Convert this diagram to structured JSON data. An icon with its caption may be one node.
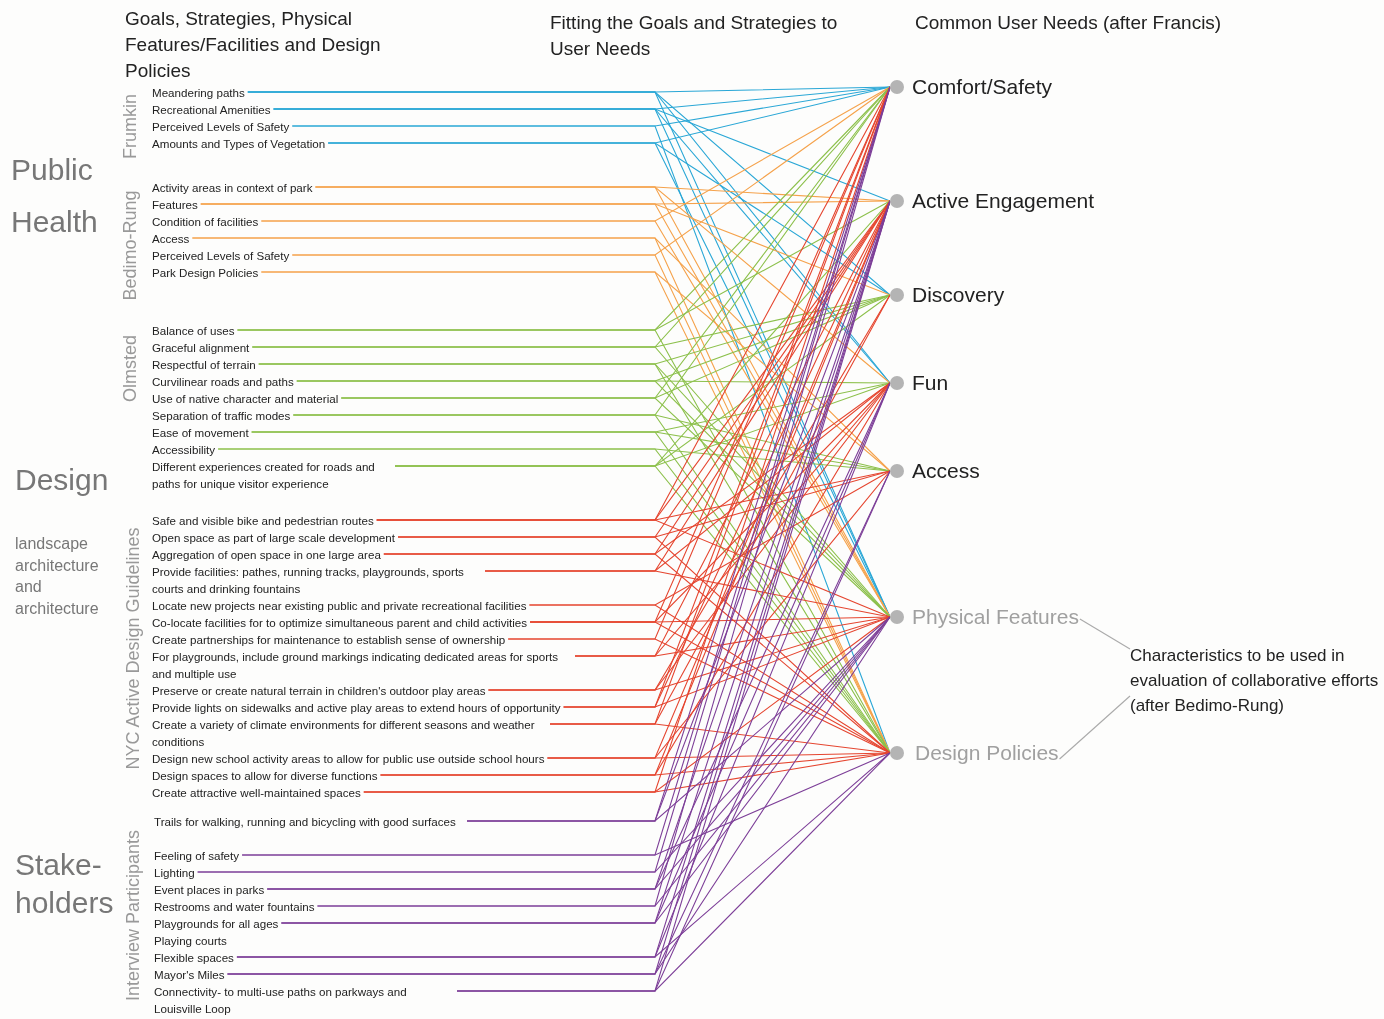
{
  "diagram": {
    "nodes": [
      {
        "text": [
          "Meandering paths"
        ]
      },
      {
        "text": [
          "Recreational Amenities"
        ]
      },
      {
        "text": [
          "Perceived Levels of Safety"
        ]
      },
      {
        "text": [
          "Amounts and Types of Vegetation"
        ]
      },
      {
        "text": [
          "Activity areas in context of park"
        ]
      },
      {
        "text": [
          "Features"
        ]
      },
      {
        "text": [
          "Condition of facilities"
        ]
      },
      {
        "text": [
          "Access"
        ]
      },
      {
        "text": [
          "Perceived Levels of Safety"
        ]
      },
      {
        "text": [
          "Park Design Policies"
        ]
      },
      {
        "text": [
          "Balance of uses"
        ]
      },
      {
        "text": [
          "Graceful alignment"
        ]
      },
      {
        "text": [
          "Respectful of terrain"
        ]
      },
      {
        "text": [
          "Curvilinear roads and paths"
        ]
      },
      {
        "text": [
          "Use of native character and material"
        ]
      },
      {
        "text": [
          "Separation of traffic modes"
        ]
      },
      {
        "text": [
          "Ease of movement"
        ]
      },
      {
        "text": [
          "Accessibility"
        ]
      },
      {
        "text": [
          "Different experiences created for roads and paths for unique visitor experience"
        ]
      },
      {
        "text": [
          "Safe  and visible bike and pedestrian routes"
        ]
      },
      {
        "text": [
          "Open space as part of large scale development"
        ]
      },
      {
        "text": [
          "Aggregation of open space in one large area"
        ]
      },
      {
        "text": [
          "Provide facilities: pathes, running tracks, playgrounds, sports courts and drinking fountains"
        ]
      },
      {
        "text": [
          "Locate new projects near existing public and private recreational facilities"
        ]
      },
      {
        "text": [
          "Co-locate facilities for to optimize simultaneous parent and child activities"
        ]
      },
      {
        "text": [
          "Create partnerships for maintenance to establish sense of ownership"
        ]
      },
      {
        "text": [
          "For playgrounds, include ground markings indicating dedicated areas for sports and multiple use"
        ]
      },
      {
        "text": [
          "Preserve or create natural terrain in children's outdoor play areas"
        ]
      },
      {
        "text": [
          "Provide lights on sidewalks and active play areas to extend hours of opportunity"
        ]
      },
      {
        "text": [
          "Create a variety of climate environments for different seasons and weather conditions"
        ]
      },
      {
        "text": [
          "Design new school activity areas to allow for public use outside school hours"
        ]
      },
      {
        "text": [
          "Design spaces to allow for diverse functions"
        ]
      },
      {
        "text": [
          "Create attractive well-maintained spaces"
        ]
      },
      {
        "text": [
          "Trails for walking, running and bicycling with good surfaces"
        ]
      },
      {
        "text": [
          "Feeling of safety"
        ]
      },
      {
        "text": [
          "Lighting"
        ]
      },
      {
        "text": [
          "Event places in parks"
        ]
      },
      {
        "text": [
          "Restrooms and water fountains"
        ]
      },
      {
        "text": [
          "Playgrounds for all ages"
        ]
      },
      {
        "text": [
          "Playing courts"
        ]
      },
      {
        "text": [
          "Flexible spaces"
        ]
      },
      {
        "text": [
          "Mayor's Miles"
        ]
      },
      {
        "text": [
          "Connectivity- to multi-use paths on parkways and Louisville Loop"
        ]
      },
      {
        "text": [
          "Comfort/Safety"
        ]
      },
      {
        "text": [
          "Active Engagement"
        ]
      },
      {
        "text": [
          "Discovery"
        ]
      },
      {
        "text": [
          "Fun"
        ]
      },
      {
        "text": [
          "Access"
        ]
      },
      {
        "text": [
          "Physical Features"
        ]
      },
      {
        "text": [
          "Design Policies"
        ]
      },
      {
        "text": [
          "Characteristics to be used in evaluation of collaborative efforts (after Bedimo-Rung)"
        ]
      }
    ],
    "edges": [
      {
        "from": 0,
        "to": 43,
        "arrow": "none",
        "color": "#2aa7d6"
      },
      {
        "from": 0,
        "to": 45,
        "arrow": "none",
        "color": "#2aa7d6"
      },
      {
        "from": 0,
        "to": 46,
        "arrow": "none",
        "color": "#2aa7d6"
      },
      {
        "from": 0,
        "to": 48,
        "arrow": "none",
        "color": "#2aa7d6"
      },
      {
        "from": 1,
        "to": 43,
        "arrow": "none",
        "color": "#2aa7d6"
      },
      {
        "from": 1,
        "to": 44,
        "arrow": "none",
        "color": "#2aa7d6"
      },
      {
        "from": 1,
        "to": 46,
        "arrow": "none",
        "color": "#2aa7d6"
      },
      {
        "from": 1,
        "to": 48,
        "arrow": "none",
        "color": "#2aa7d6"
      },
      {
        "from": 2,
        "to": 43,
        "arrow": "none",
        "color": "#2aa7d6"
      },
      {
        "from": 2,
        "to": 49,
        "arrow": "none",
        "color": "#2aa7d6"
      },
      {
        "from": 3,
        "to": 43,
        "arrow": "none",
        "color": "#2aa7d6"
      },
      {
        "from": 3,
        "to": 45,
        "arrow": "none",
        "color": "#2aa7d6"
      },
      {
        "from": 3,
        "to": 48,
        "arrow": "none",
        "color": "#2aa7d6"
      },
      {
        "from": 4,
        "to": 44,
        "arrow": "none",
        "color": "#f5a24b"
      },
      {
        "from": 4,
        "to": 46,
        "arrow": "none",
        "color": "#f5a24b"
      },
      {
        "from": 4,
        "to": 48,
        "arrow": "none",
        "color": "#f5a24b"
      },
      {
        "from": 5,
        "to": 44,
        "arrow": "none",
        "color": "#f5a24b"
      },
      {
        "from": 5,
        "to": 45,
        "arrow": "none",
        "color": "#f5a24b"
      },
      {
        "from": 5,
        "to": 48,
        "arrow": "none",
        "color": "#f5a24b"
      },
      {
        "from": 6,
        "to": 43,
        "arrow": "none",
        "color": "#f5a24b"
      },
      {
        "from": 6,
        "to": 48,
        "arrow": "none",
        "color": "#f5a24b"
      },
      {
        "from": 7,
        "to": 47,
        "arrow": "none",
        "color": "#f5a24b"
      },
      {
        "from": 7,
        "to": 49,
        "arrow": "none",
        "color": "#f5a24b"
      },
      {
        "from": 8,
        "to": 43,
        "arrow": "none",
        "color": "#f5a24b"
      },
      {
        "from": 8,
        "to": 49,
        "arrow": "none",
        "color": "#f5a24b"
      },
      {
        "from": 9,
        "to": 47,
        "arrow": "none",
        "color": "#f5a24b"
      },
      {
        "from": 9,
        "to": 49,
        "arrow": "none",
        "color": "#f5a24b"
      },
      {
        "from": 10,
        "to": 43,
        "arrow": "none",
        "color": "#8cc04b"
      },
      {
        "from": 10,
        "to": 44,
        "arrow": "none",
        "color": "#8cc04b"
      },
      {
        "from": 10,
        "to": 49,
        "arrow": "none",
        "color": "#8cc04b"
      },
      {
        "from": 11,
        "to": 43,
        "arrow": "none",
        "color": "#8cc04b"
      },
      {
        "from": 11,
        "to": 45,
        "arrow": "none",
        "color": "#8cc04b"
      },
      {
        "from": 11,
        "to": 48,
        "arrow": "none",
        "color": "#8cc04b"
      },
      {
        "from": 12,
        "to": 45,
        "arrow": "none",
        "color": "#8cc04b"
      },
      {
        "from": 12,
        "to": 48,
        "arrow": "none",
        "color": "#8cc04b"
      },
      {
        "from": 12,
        "to": 49,
        "arrow": "none",
        "color": "#8cc04b"
      },
      {
        "from": 13,
        "to": 45,
        "arrow": "none",
        "color": "#8cc04b"
      },
      {
        "from": 13,
        "to": 46,
        "arrow": "none",
        "color": "#8cc04b"
      },
      {
        "from": 13,
        "to": 48,
        "arrow": "none",
        "color": "#8cc04b"
      },
      {
        "from": 14,
        "to": 43,
        "arrow": "none",
        "color": "#8cc04b"
      },
      {
        "from": 14,
        "to": 45,
        "arrow": "none",
        "color": "#8cc04b"
      },
      {
        "from": 14,
        "to": 48,
        "arrow": "none",
        "color": "#8cc04b"
      },
      {
        "from": 15,
        "to": 43,
        "arrow": "none",
        "color": "#8cc04b"
      },
      {
        "from": 15,
        "to": 47,
        "arrow": "none",
        "color": "#8cc04b"
      },
      {
        "from": 15,
        "to": 49,
        "arrow": "none",
        "color": "#8cc04b"
      },
      {
        "from": 16,
        "to": 46,
        "arrow": "none",
        "color": "#8cc04b"
      },
      {
        "from": 16,
        "to": 47,
        "arrow": "none",
        "color": "#8cc04b"
      },
      {
        "from": 16,
        "to": 49,
        "arrow": "none",
        "color": "#8cc04b"
      },
      {
        "from": 17,
        "to": 47,
        "arrow": "none",
        "color": "#8cc04b"
      },
      {
        "from": 17,
        "to": 49,
        "arrow": "none",
        "color": "#8cc04b"
      },
      {
        "from": 18,
        "to": 44,
        "arrow": "none",
        "color": "#8cc04b"
      },
      {
        "from": 18,
        "to": 45,
        "arrow": "none",
        "color": "#8cc04b"
      },
      {
        "from": 18,
        "to": 46,
        "arrow": "none",
        "color": "#8cc04b"
      },
      {
        "from": 18,
        "to": 49,
        "arrow": "none",
        "color": "#8cc04b"
      },
      {
        "from": 19,
        "to": 43,
        "arrow": "none"
      },
      {
        "from": 19,
        "to": 44,
        "arrow": "none"
      },
      {
        "from": 19,
        "to": 47,
        "arrow": "none"
      },
      {
        "from": 19,
        "to": 48,
        "arrow": "none"
      },
      {
        "from": 20,
        "to": 44,
        "arrow": "none"
      },
      {
        "from": 20,
        "to": 47,
        "arrow": "none"
      },
      {
        "from": 20,
        "to": 49,
        "arrow": "none"
      },
      {
        "from": 21,
        "to": 44,
        "arrow": "none"
      },
      {
        "from": 21,
        "to": 46,
        "arrow": "none"
      },
      {
        "from": 21,
        "to": 49,
        "arrow": "none"
      },
      {
        "from": 22,
        "to": 44,
        "arrow": "none"
      },
      {
        "from": 22,
        "to": 46,
        "arrow": "none"
      },
      {
        "from": 22,
        "to": 48,
        "arrow": "none"
      },
      {
        "from": 23,
        "to": 47,
        "arrow": "none"
      },
      {
        "from": 23,
        "to": 49,
        "arrow": "none"
      },
      {
        "from": 24,
        "to": 43,
        "arrow": "none"
      },
      {
        "from": 24,
        "to": 46,
        "arrow": "none"
      },
      {
        "from": 24,
        "to": 48,
        "arrow": "none"
      },
      {
        "from": 24,
        "to": 49,
        "arrow": "none"
      },
      {
        "from": 25,
        "to": 43,
        "arrow": "none"
      },
      {
        "from": 25,
        "to": 49,
        "arrow": "none"
      },
      {
        "from": 26,
        "to": 44,
        "arrow": "none"
      },
      {
        "from": 26,
        "to": 46,
        "arrow": "none"
      },
      {
        "from": 26,
        "to": 48,
        "arrow": "none"
      },
      {
        "from": 27,
        "to": 45,
        "arrow": "none"
      },
      {
        "from": 27,
        "to": 46,
        "arrow": "none"
      },
      {
        "from": 27,
        "to": 48,
        "arrow": "none"
      },
      {
        "from": 28,
        "to": 43,
        "arrow": "none"
      },
      {
        "from": 28,
        "to": 44,
        "arrow": "none"
      },
      {
        "from": 28,
        "to": 48,
        "arrow": "none"
      },
      {
        "from": 29,
        "to": 43,
        "arrow": "none"
      },
      {
        "from": 29,
        "to": 45,
        "arrow": "none"
      },
      {
        "from": 29,
        "to": 49,
        "arrow": "none"
      },
      {
        "from": 30,
        "to": 44,
        "arrow": "none"
      },
      {
        "from": 30,
        "to": 47,
        "arrow": "none"
      },
      {
        "from": 30,
        "to": 49,
        "arrow": "none"
      },
      {
        "from": 31,
        "to": 44,
        "arrow": "none"
      },
      {
        "from": 31,
        "to": 46,
        "arrow": "none"
      },
      {
        "from": 31,
        "to": 49,
        "arrow": "none"
      },
      {
        "from": 32,
        "to": 43,
        "arrow": "none"
      },
      {
        "from": 32,
        "to": 48,
        "arrow": "none"
      },
      {
        "from": 32,
        "to": 49,
        "arrow": "none"
      },
      {
        "from": 33,
        "to": 43,
        "arrow": "none",
        "color": "#7d3f98"
      },
      {
        "from": 33,
        "to": 44,
        "arrow": "none",
        "color": "#7d3f98"
      },
      {
        "from": 33,
        "to": 48,
        "arrow": "none",
        "color": "#7d3f98"
      },
      {
        "from": 34,
        "to": 43,
        "arrow": "none",
        "color": "#7d3f98"
      },
      {
        "from": 34,
        "to": 49,
        "arrow": "none",
        "color": "#7d3f98"
      },
      {
        "from": 35,
        "to": 43,
        "arrow": "none",
        "color": "#7d3f98"
      },
      {
        "from": 35,
        "to": 48,
        "arrow": "none",
        "color": "#7d3f98"
      },
      {
        "from": 36,
        "to": 44,
        "arrow": "none",
        "color": "#7d3f98"
      },
      {
        "from": 36,
        "to": 46,
        "arrow": "none",
        "color": "#7d3f98"
      },
      {
        "from": 36,
        "to": 48,
        "arrow": "none",
        "color": "#7d3f98"
      },
      {
        "from": 37,
        "to": 43,
        "arrow": "none",
        "color": "#7d3f98"
      },
      {
        "from": 37,
        "to": 48,
        "arrow": "none",
        "color": "#7d3f98"
      },
      {
        "from": 38,
        "to": 44,
        "arrow": "none",
        "color": "#7d3f98"
      },
      {
        "from": 38,
        "to": 46,
        "arrow": "none",
        "color": "#7d3f98"
      },
      {
        "from": 38,
        "to": 48,
        "arrow": "none",
        "color": "#7d3f98"
      },
      {
        "from": 40,
        "to": 44,
        "arrow": "none",
        "color": "#7d3f98"
      },
      {
        "from": 40,
        "to": 46,
        "arrow": "none",
        "color": "#7d3f98"
      },
      {
        "from": 40,
        "to": 49,
        "arrow": "none",
        "color": "#7d3f98"
      },
      {
        "from": 41,
        "to": 44,
        "arrow": "none",
        "color": "#7d3f98"
      },
      {
        "from": 41,
        "to": 47,
        "arrow": "none",
        "color": "#7d3f98"
      },
      {
        "from": 41,
        "to": 48,
        "arrow": "none",
        "color": "#7d3f98"
      },
      {
        "from": 42,
        "to": 44,
        "arrow": "none",
        "color": "#7d3f98"
      },
      {
        "from": 42,
        "to": 47,
        "arrow": "none",
        "color": "#7d3f98"
      },
      {
        "from": 42,
        "to": 49,
        "arrow": "none",
        "color": "#7d3f98"
      },
      {
        "from": 50,
        "to": 48,
        "arrow": "none",
        "color": "#aaaaaa"
      },
      {
        "from": 50,
        "to": 49,
        "arrow": "none",
        "color": "#aaaaaa"
      }
    ],
    "labels": [
      "Goals, Strategies, Physical Features/Facilities and Design Policies",
      "Fitting the Goals and Strategies to User Needs",
      "Common User Needs (after Francis)",
      "Public Health",
      "Frumkin",
      "Bedimo-Rung",
      "Olmsted",
      "Design",
      "landscape architecture and architecture",
      "NYC Active Design Guidelines",
      "Stake- holders",
      "Interview Participants"
    ]
  }
}
